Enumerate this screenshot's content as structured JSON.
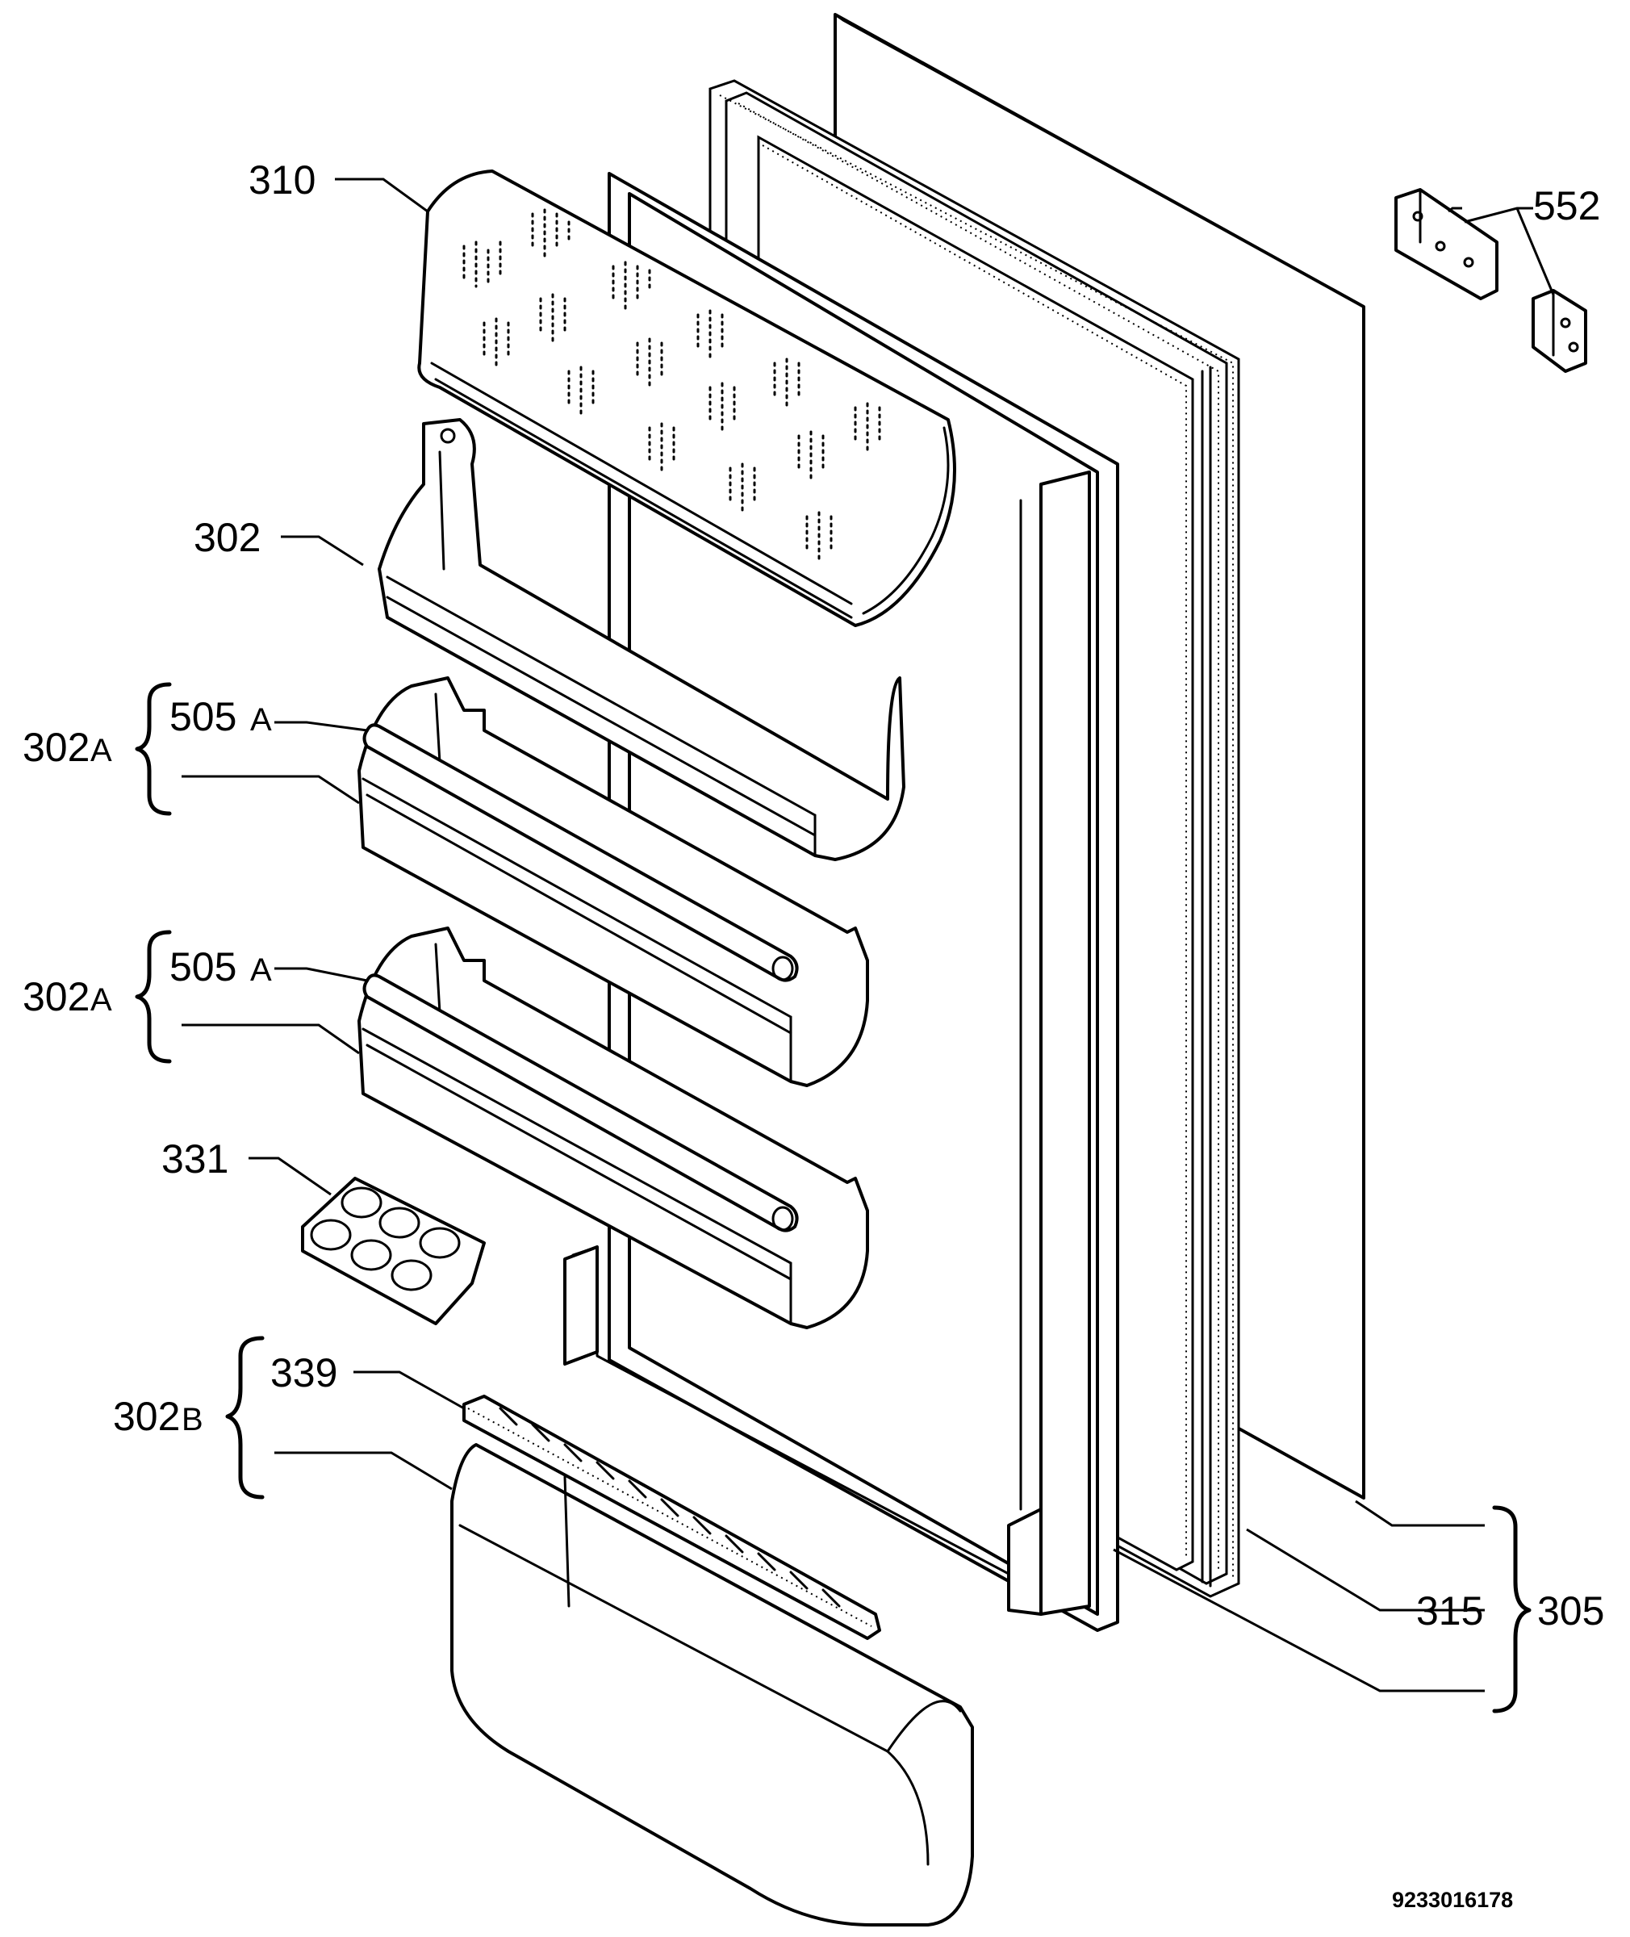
{
  "labels": {
    "p310": "310",
    "p302": "302",
    "p302a_top": "302",
    "p302a_top_sub": "A",
    "p505a_top": "505",
    "p505a_top_sub": "A",
    "p302a_mid": "302",
    "p302a_mid_sub": "A",
    "p505a_mid": "505",
    "p505a_mid_sub": "A",
    "p331": "331",
    "p302b": "302",
    "p302b_sub": "B",
    "p339": "339",
    "p552": "552",
    "p315": "315",
    "p305": "305"
  },
  "drawing_code": "9233016178"
}
